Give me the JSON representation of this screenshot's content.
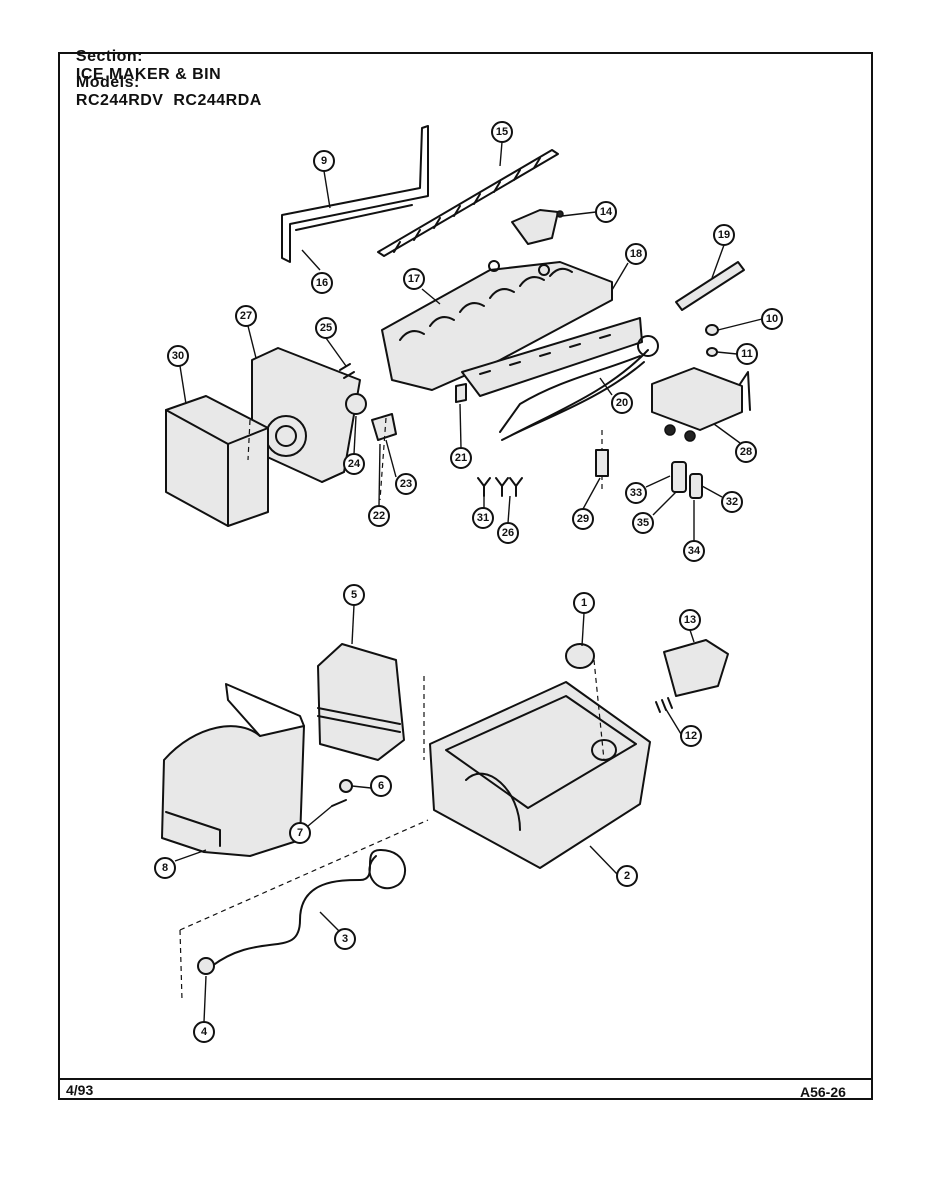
{
  "header": {
    "section_label": "Section:",
    "section_value": "ICE MAKER & BIN",
    "models_label": "Models:",
    "models_value": "RC244RDV  RC244RDA"
  },
  "footer": {
    "date": "4/93",
    "code": "A56-26"
  },
  "callouts": [
    "1",
    "2",
    "3",
    "4",
    "5",
    "6",
    "7",
    "8",
    "9",
    "10",
    "11",
    "12",
    "13",
    "14",
    "15",
    "16",
    "17",
    "18",
    "19",
    "20",
    "21",
    "22",
    "23",
    "24",
    "25",
    "26",
    "27",
    "28",
    "29",
    "30",
    "31",
    "32",
    "33",
    "34",
    "35"
  ]
}
